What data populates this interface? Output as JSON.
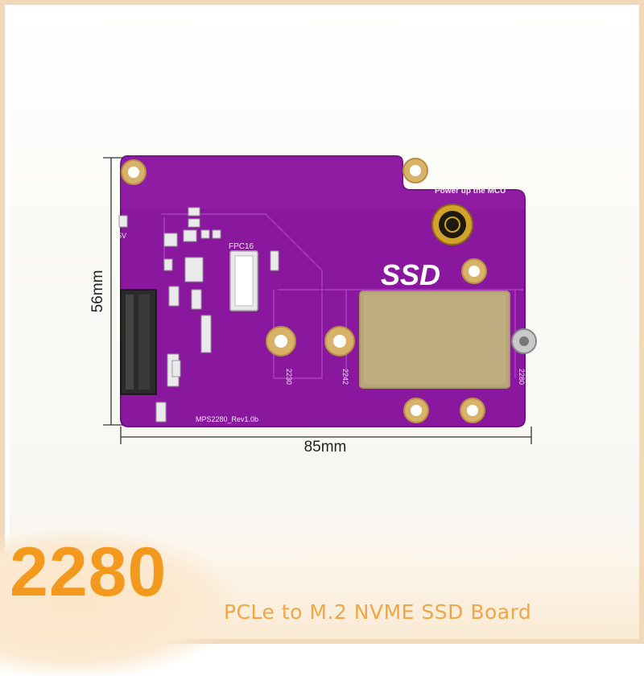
{
  "product": {
    "code": "2280",
    "caption": "PCLe to M.2 NVME SSD Board"
  },
  "dimensions": {
    "width_label": "85mm",
    "height_label": "56mm"
  },
  "board": {
    "ssd_label": "SSD",
    "mcu_label": "Power up the MCU",
    "fpc_label": "FPC16",
    "revision_label": "MPS2280_Rev1.0b",
    "sizes": [
      "2230",
      "2242",
      "2280"
    ],
    "power_label": "5V",
    "color": "#8b1aa0"
  },
  "colors": {
    "accent": "#f39a1e",
    "caption": "#f0a646",
    "frame": "#f1d8b8"
  }
}
